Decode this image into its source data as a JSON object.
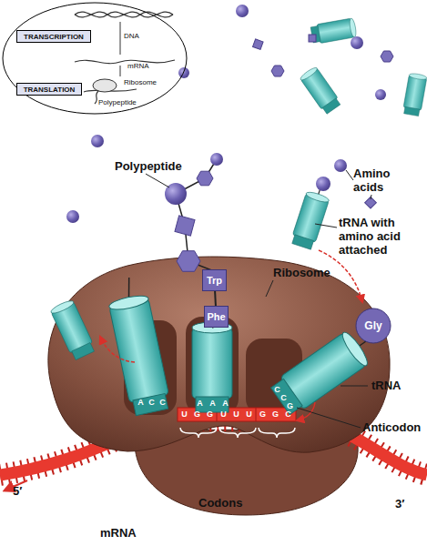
{
  "diagram": {
    "nodes": [
      {
        "text": [
          "DNA",
          "mRNA",
          "Ribosome",
          "Polypeptide"
        ]
      },
      {
        "text": [
          "TRANSCRIPTION"
        ],
        "in": 0
      },
      {
        "text": [
          "TRANSLATION"
        ],
        "in": 0
      },
      {
        "text": [
          "Trp"
        ]
      },
      {
        "text": [
          "Phe"
        ]
      },
      {
        "text": [
          "Gly"
        ]
      }
    ],
    "edges": [
      {
        "from": 3,
        "to": 4,
        "arrow": "none"
      }
    ],
    "labels": [
      "Polypeptide",
      "Amino acids",
      "tRNA with amino acid attached",
      "Ribosome",
      "tRNA",
      "Anticodon",
      "A",
      "C",
      "C",
      "A",
      "A",
      "A",
      "C",
      "C",
      "G",
      "U",
      "G",
      "G",
      "U",
      "U",
      "U",
      "G",
      "G",
      "C",
      "Codons",
      "5′",
      "3′",
      "mRNA"
    ]
  }
}
